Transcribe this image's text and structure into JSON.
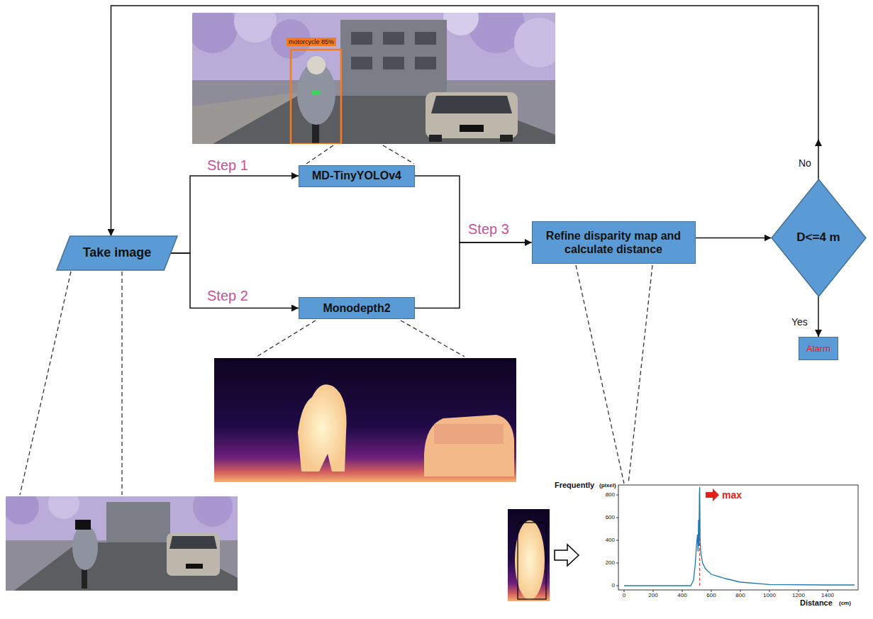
{
  "diagram": {
    "nodes": [
      {
        "text": [
          "Take image"
        ]
      },
      {
        "text": [
          "MD-TinyYOLOv4"
        ]
      },
      {
        "text": [
          "Monodepth2"
        ]
      },
      {
        "text": [
          "Refine disparity map and calculate distance"
        ]
      },
      {
        "text": [
          "D<=4 m"
        ]
      },
      {
        "text": [
          "Alarm"
        ]
      }
    ],
    "edges": [
      {
        "from": 0,
        "to": 1,
        "arrow": "to",
        "label": "Step 1"
      },
      {
        "from": 0,
        "to": 2,
        "arrow": "to",
        "label": "Step 2"
      },
      {
        "from": 1,
        "to": 3,
        "arrow": "to",
        "label": "Step 3"
      },
      {
        "from": 2,
        "to": 3,
        "arrow": "to"
      },
      {
        "from": 3,
        "to": 4,
        "arrow": "to"
      },
      {
        "from": 4,
        "to": 5,
        "arrow": "to",
        "label": "Yes"
      },
      {
        "from": 4,
        "to": 0,
        "arrow": "to",
        "label": "No"
      }
    ],
    "labels": [
      "motorcycle 85%",
      "Frequently",
      "(pixel)",
      "max",
      "Distance",
      "(cm)",
      "800",
      "600",
      "400",
      "200",
      "0",
      "0",
      "200",
      "400",
      "600",
      "800",
      "1000",
      "1200",
      "1400"
    ]
  }
}
